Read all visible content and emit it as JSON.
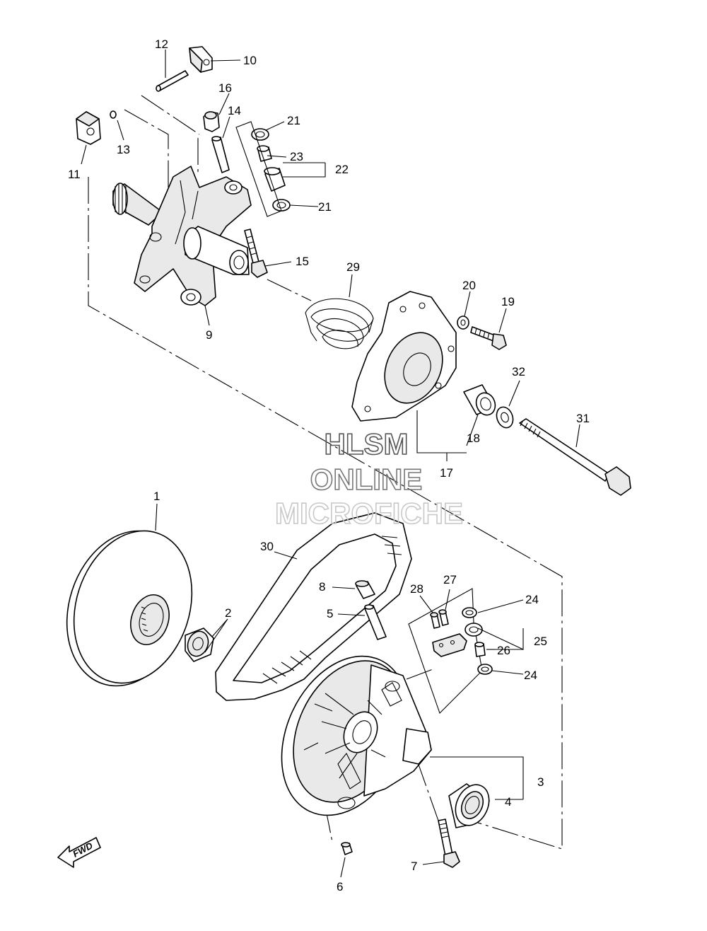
{
  "watermark": {
    "line1": "HLSM",
    "line2": "ONLINE",
    "line3": "MICROFICHE",
    "color": "#8a8a8a",
    "color_light": "#c8c8c8"
  },
  "fwd_label": "FWD",
  "labels": {
    "l1": "1",
    "l2": "2",
    "l3": "3",
    "l4": "4",
    "l5": "5",
    "l6": "6",
    "l7": "7",
    "l8": "8",
    "l9": "9",
    "l10": "10",
    "l11": "11",
    "l12": "12",
    "l13": "13",
    "l14": "14",
    "l15": "15",
    "l16": "16",
    "l17": "17",
    "l18": "18",
    "l19": "19",
    "l20": "20",
    "l21a": "21",
    "l21b": "21",
    "l22": "22",
    "l23": "23",
    "l24a": "24",
    "l24b": "24",
    "l25": "25",
    "l26": "26",
    "l27": "27",
    "l28": "28",
    "l29": "29",
    "l30": "30",
    "l31": "31",
    "l32": "32"
  }
}
